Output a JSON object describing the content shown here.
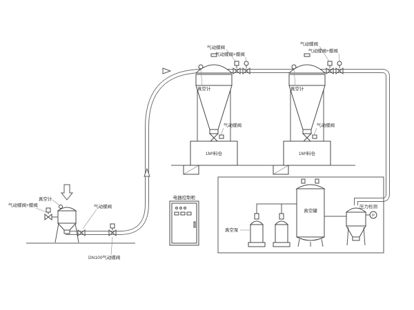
{
  "colors": {
    "line": "#555555",
    "pipe": "#6a6a6a",
    "text": "#333333"
  },
  "receivers": [
    {
      "valve_top_label": "气动蝶阀",
      "valve_top2_label": "气动蝶阀+蝶阀",
      "vacuum_gauge_label": "真空计",
      "discharge_valve_label": "气动蝶阀",
      "bin_label": "1M³料仓"
    },
    {
      "valve_top_label": "气动蝶阀",
      "valve_top2_label": "气动蝶阀+蝶阀",
      "vacuum_gauge_label": "真空计",
      "discharge_valve_label": "气动蝶阀",
      "bin_label": "1M³料仓"
    }
  ],
  "feed_station": {
    "inlet_valve_label": "气动蝶阀+蝶阀",
    "vacuum_gauge_label": "真空计",
    "outlet_valve_label": "气动蝶阀",
    "line_valve_label": "DN100气动蝶阀"
  },
  "control_cabinet": {
    "label": "电器控制柜"
  },
  "machine_room": {
    "vacuum_pump_label": "真空泵",
    "tank_label": "真空罐",
    "pressure_label": "压力检测",
    "pressure_gauge_letter": "P"
  }
}
